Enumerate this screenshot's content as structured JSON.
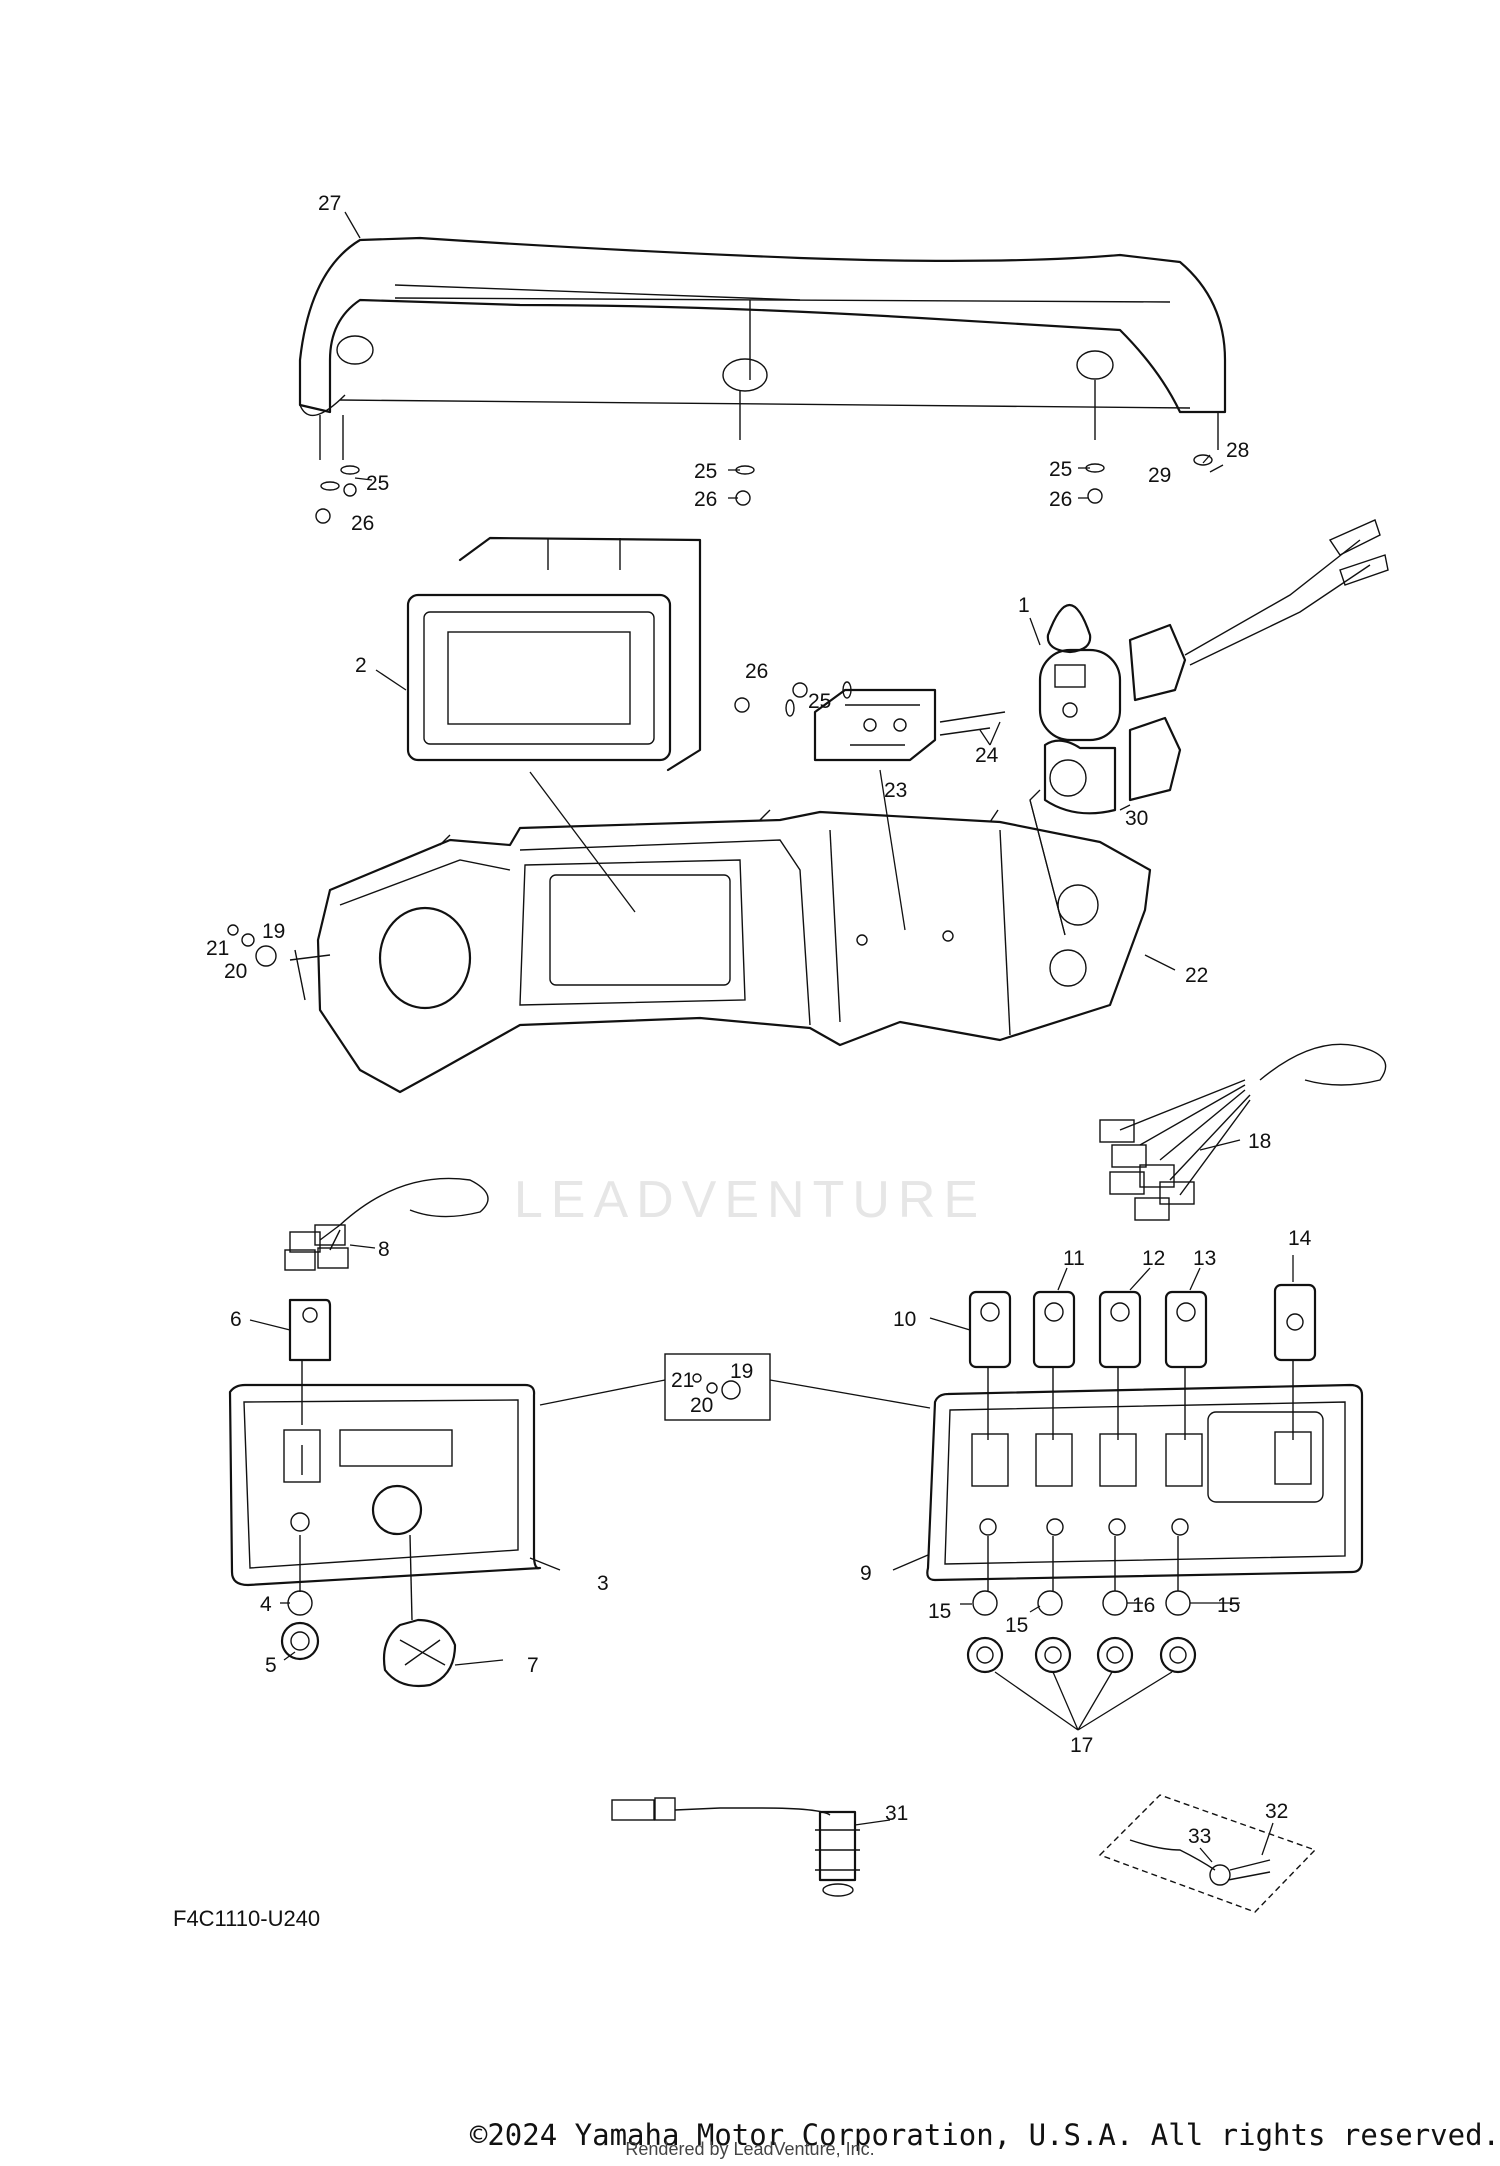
{
  "diagram_code": "F4C1110-U240",
  "copyright": "©2024 Yamaha Motor Corporation, U.S.A. All rights reserved.",
  "rendered_by": "Rendered by LeadVenture, Inc.",
  "watermark_text": "LEADVENTURE",
  "callouts": {
    "c27": "27",
    "c25a": "25",
    "c26a": "26",
    "c25b": "25",
    "c26b": "26",
    "c25c": "25",
    "c26c": "26",
    "c28": "28",
    "c29": "29",
    "c2": "2",
    "c26d": "26",
    "c25d": "25",
    "c23": "23",
    "c24": "24",
    "c1": "1",
    "c30": "30",
    "c19a": "19",
    "c21a": "21",
    "c20a": "20",
    "c22": "22",
    "c18": "18",
    "c8": "8",
    "c6": "6",
    "c3": "3",
    "c4": "4",
    "c5": "5",
    "c7": "7",
    "c21b": "21",
    "c19b": "19",
    "c20b": "20",
    "c10": "10",
    "c11": "11",
    "c12": "12",
    "c13": "13",
    "c14": "14",
    "c9": "9",
    "c15a": "15",
    "c15b": "15",
    "c16": "16",
    "c15c": "15",
    "c17": "17",
    "c31": "31",
    "c32": "32",
    "c33": "33"
  }
}
